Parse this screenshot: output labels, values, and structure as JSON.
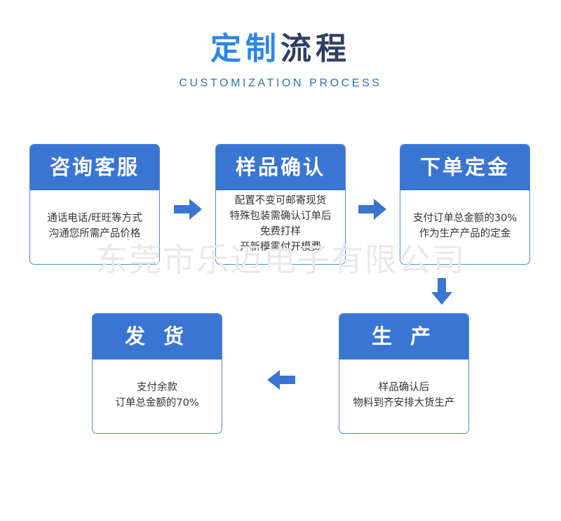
{
  "header": {
    "title_part1": "定制",
    "title_part2": "流程",
    "subtitle": "CUSTOMIZATION PROCESS"
  },
  "steps": [
    {
      "title": "咨询客服",
      "lines": [
        "通话电话/旺旺等方式",
        "沟通您所需产品价格"
      ]
    },
    {
      "title": "样品确认",
      "lines": [
        "配置不变可邮寄现货",
        "特殊包装需确认订单后",
        "免费打样",
        "开新模需付开模费"
      ]
    },
    {
      "title": "下单定金",
      "lines": [
        "支付订单总金额的30%",
        "作为生产产品的定金"
      ]
    },
    {
      "title": "生 产",
      "lines": [
        "样品确认后",
        "物料到齐安排大货生产"
      ]
    },
    {
      "title": "发 货",
      "lines": [
        "支付余款",
        "订单总金额的70%"
      ]
    }
  ],
  "watermark": "东莞市乐迈电子有限公司",
  "colors": {
    "title_blue": "#2d86e8",
    "title_dark": "#2f3f62",
    "card_header": "#3a75d2",
    "card_border": "#4a8be0",
    "arrow": "#3a75d2"
  },
  "icons": [
    "arrow-right-icon",
    "arrow-down-icon",
    "arrow-left-icon"
  ]
}
